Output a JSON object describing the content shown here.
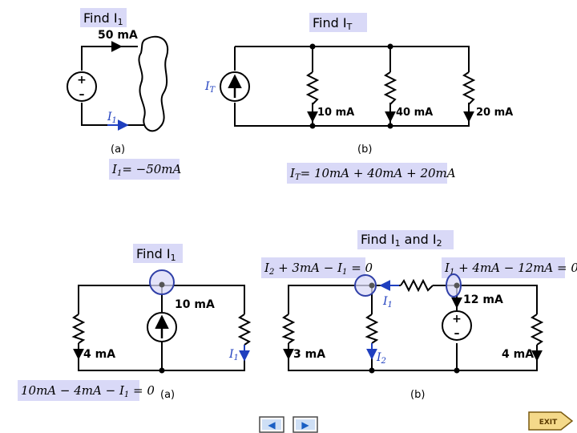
{
  "slide": {
    "panel_a": {
      "prompt": "Find I",
      "prompt_sub": "1",
      "source_current": "50 mA",
      "current_label": "I",
      "current_sub": "1",
      "letter": "(a)",
      "equation_lhs": "I",
      "equation_sub": "1",
      "equation_rhs": "= −50mA"
    },
    "panel_b": {
      "prompt": "Find I",
      "prompt_sub": "T",
      "source_label": "I",
      "source_sub": "T",
      "branch_currents": [
        "10 mA",
        "40 mA",
        "20 mA"
      ],
      "letter": "(b)",
      "equation_lhs": "I",
      "equation_sub": "T",
      "equation_rhs": "= 10mA + 40mA + 20mA"
    },
    "panel_c": {
      "prompt": "Find I",
      "prompt_sub": "1",
      "source_current": "10 mA",
      "left_current": "4 mA",
      "right_label": "I",
      "right_sub": "1",
      "letter": "(a)",
      "equation": "10mA − 4mA − I",
      "equation_sub": "1",
      "equation_tail": " = 0"
    },
    "panel_d": {
      "prompt": "Find I",
      "prompt_sub1": "1",
      "prompt_mid": " and I",
      "prompt_sub2": "2",
      "eq_left": "I",
      "eq_left_sub": "2",
      "eq_left_rest": " + 3mA − I",
      "eq_left_sub2": "1",
      "eq_left_tail": " = 0",
      "eq_right": "I",
      "eq_right_sub": "1",
      "eq_right_rest": " + 4mA − 12mA = 0",
      "i1_label": "I",
      "i1_sub": "1",
      "source_current": "12 mA",
      "left_current": "3 mA",
      "i2_label": "I",
      "i2_sub": "2",
      "right_current": "4 mA",
      "letter": "(b)"
    },
    "nav": {
      "back_label": "◀",
      "forward_label": "▶",
      "exit_label": "EXIT"
    },
    "colors": {
      "wire": "#000000",
      "arrow_blue": "#1f3fbf",
      "highlight": "#d9d9f7",
      "node_circle": "#3040a8",
      "nav_fill": "#3a7fd8"
    }
  }
}
